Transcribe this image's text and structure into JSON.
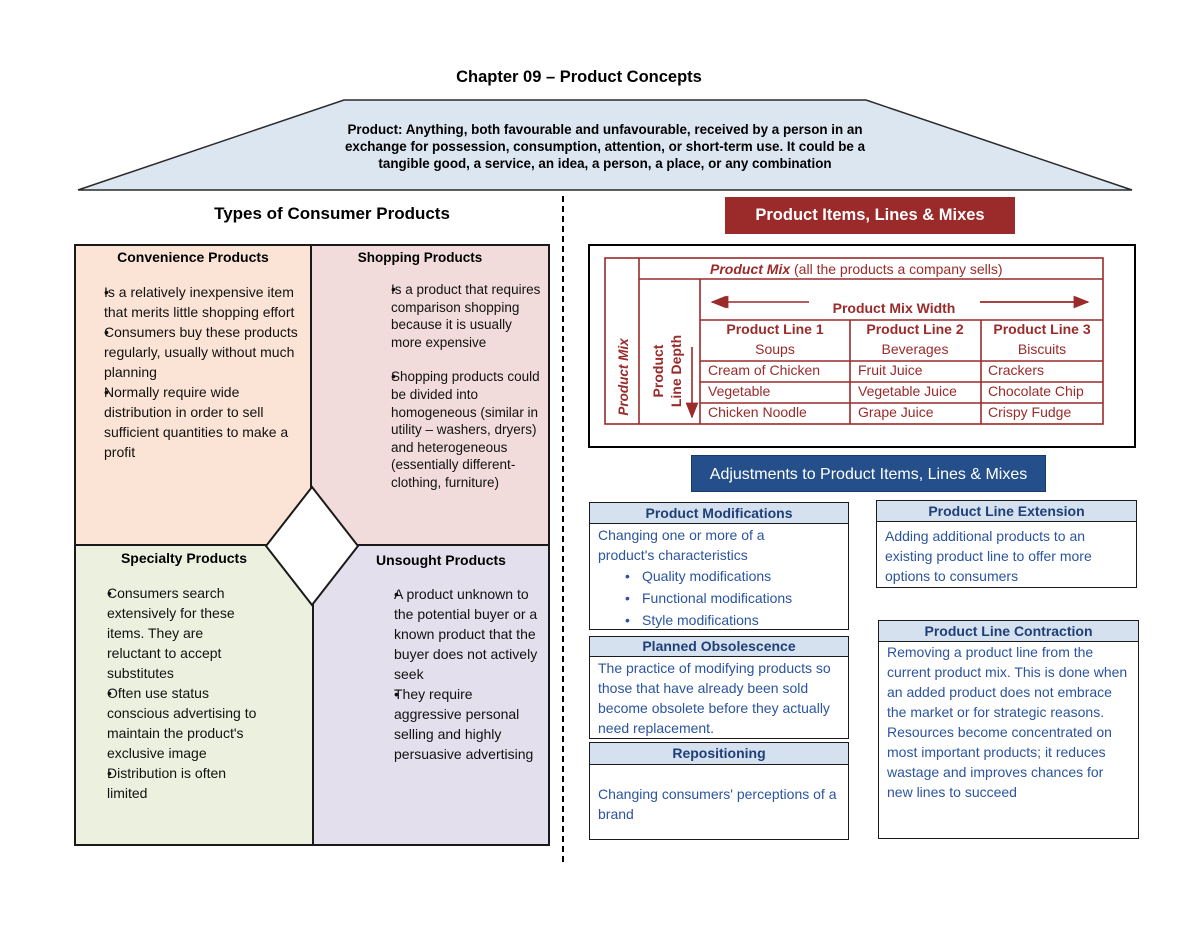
{
  "title": "Chapter 09 – Product Concepts",
  "banner": {
    "lines": [
      "Product: Anything, both favourable and unfavourable, received by a person in an",
      "exchange for possession, consumption, attention, or short-term use. It could be a",
      "tangible good, a service, an idea, a person, a place, or any combination"
    ]
  },
  "left": {
    "heading": "Types of Consumer Products",
    "convenience": {
      "title": "Convenience Products",
      "items": [
        "Is a relatively inexpensive item that merits little shopping effort",
        "Consumers buy these products regularly, usually without much planning",
        "Normally require wide distribution in order to sell sufficient quantities to make a profit"
      ]
    },
    "shopping": {
      "title": "Shopping Products",
      "items": [
        "Is a product that requires comparison shopping because it is usually more expensive",
        "Shopping products could be divided into homogeneous (similar in utility – washers, dryers) and heterogeneous (essentially different- clothing, furniture)"
      ]
    },
    "specialty": {
      "title": "Specialty Products",
      "items": [
        "Consumers search extensively for these items. They are reluctant to accept substitutes",
        "Often use status conscious advertising to maintain the product's exclusive image",
        "Distribution is often limited"
      ]
    },
    "unsought": {
      "title": "Unsought Products",
      "items": [
        "A product unknown to the potential buyer or a known product that the buyer does not actively seek",
        "They require aggressive personal selling and highly persuasive advertising"
      ]
    }
  },
  "right": {
    "header_button": "Product Items, Lines & Mixes",
    "mix_table": {
      "top_bold": "Product Mix",
      "top_rest": " (all the products a company sells)",
      "side_label": "Product Mix",
      "depth_label_1": "Product",
      "depth_label_2": "Line Depth",
      "width_label": "Product Mix Width",
      "columns": [
        {
          "line": "Product Line 1",
          "category": "Soups",
          "items": [
            "Cream of Chicken",
            "Vegetable",
            "Chicken Noodle"
          ]
        },
        {
          "line": "Product Line 2",
          "category": "Beverages",
          "items": [
            "Fruit Juice",
            "Vegetable Juice",
            "Grape Juice"
          ]
        },
        {
          "line": "Product Line 3",
          "category": "Biscuits",
          "items": [
            "Crackers",
            "Chocolate Chip",
            "Crispy Fudge"
          ]
        }
      ]
    },
    "adjust_button": "Adjustments to Product Items, Lines & Mixes",
    "modifications": {
      "title": "Product Modifications",
      "line1": "Changing one or more of a",
      "line2": "product's characteristics",
      "items": [
        "Quality modifications",
        "Functional modifications",
        "Style modifications"
      ]
    },
    "obsolescence": {
      "title": "Planned Obsolescence",
      "text": "The practice of modifying products so those that have already been sold become obsolete before they actually need replacement."
    },
    "repositioning": {
      "title": "Repositioning",
      "text": "Changing consumers' perceptions of a brand"
    },
    "extension": {
      "title": "Product Line Extension",
      "text": "Adding additional products to an existing product line to offer more options to consumers"
    },
    "contraction": {
      "title": "Product Line Contraction",
      "text": "Removing a product line from the current product mix. This is done when an added product does not embrace the market or for strategic reasons. Resources become concentrated on most important products; it reduces wastage and improves chances for new lines to succeed"
    }
  },
  "colors": {
    "convenience_bg": "#fbe4d5",
    "shopping_bg": "#f2dcdb",
    "specialty_bg": "#ebf1de",
    "unsought_bg": "#e4dfec",
    "banner_bg": "#dce6f1",
    "red_accent": "#9b2a2a",
    "blue_accent": "#244f8a",
    "blue_text": "#2b54a0"
  }
}
